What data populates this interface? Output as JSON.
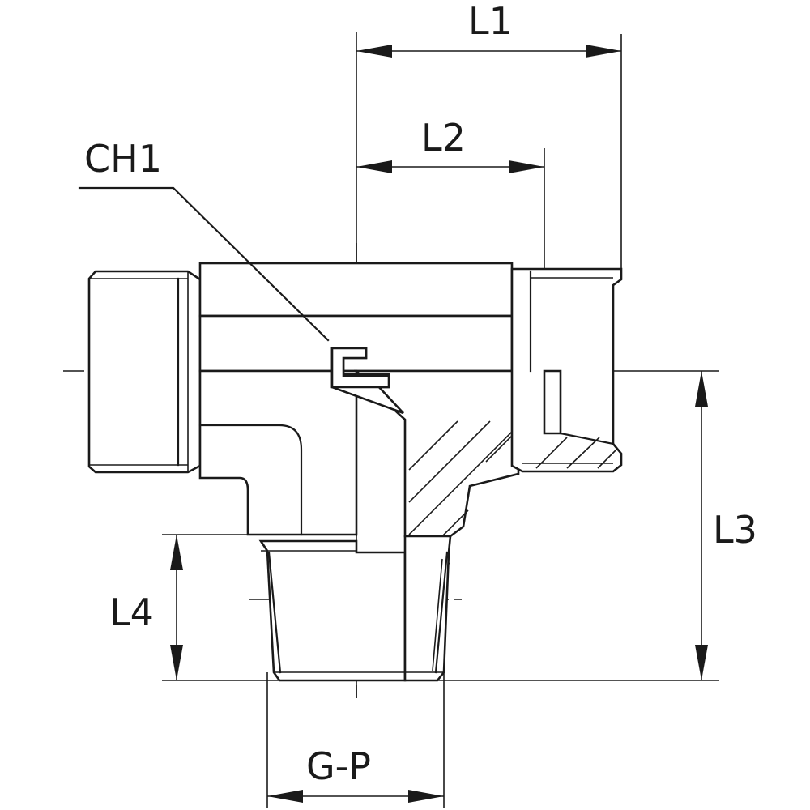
{
  "labels": {
    "L1": "L1",
    "L2": "L2",
    "L3": "L3",
    "L4": "L4",
    "CH1": "CH1",
    "GP": "G-P"
  },
  "colors": {
    "line": "#1a1a1a",
    "background": "#ffffff"
  }
}
